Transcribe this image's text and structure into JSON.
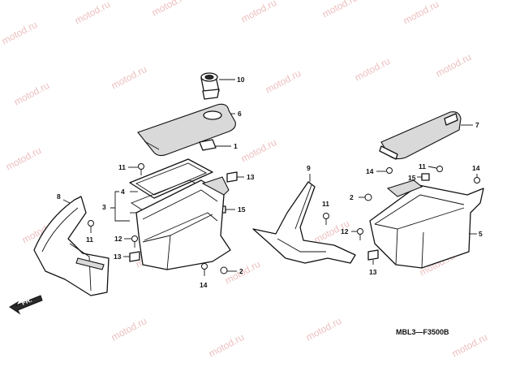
{
  "watermark": "motod.ru",
  "diagram_code": "MBL3—F3500B",
  "front_marker": "FR.",
  "callouts": {
    "c10": "10",
    "c6": "6",
    "c1": "1",
    "c7": "7",
    "c11a": "11",
    "c4": "4",
    "c13a": "13",
    "c3": "3",
    "c15a": "15",
    "c8": "8",
    "c11b": "11",
    "c12a": "12",
    "c13b": "13",
    "c14a": "14",
    "c2a": "2",
    "c9": "9",
    "c11c": "11",
    "c14b": "14",
    "c11d": "11",
    "c15b": "15",
    "c14c": "14",
    "c2b": "2",
    "c12b": "12",
    "c5": "5",
    "c13c": "13"
  }
}
